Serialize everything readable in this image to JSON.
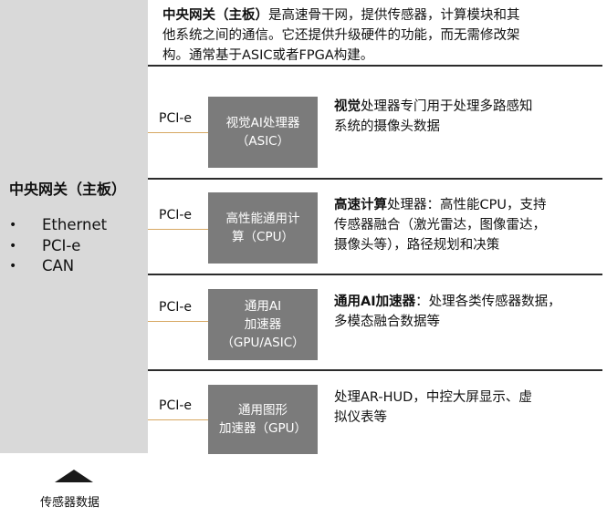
{
  "gateway": {
    "title": "中央网关（主板）",
    "bullets": [
      "Ethernet",
      "PCI-e",
      "CAN"
    ],
    "bullet_symbol": "•"
  },
  "top_desc": {
    "bold": "中央网关（主板）",
    "line1_rest": "是高速骨干网，提供传感器，计算模块和其",
    "line2": "他系统之间的通信。它还提供升级硬件的功能，而无需修改架",
    "line3": "构。通常基于ASIC或者FPGA构建。"
  },
  "modules": [
    {
      "connector": "PCI-e",
      "box_lines": [
        "视觉AI处理器",
        "（ASIC）"
      ],
      "desc_bold": "视觉",
      "desc_lines": [
        "处理器专门用于处理多路感知",
        "系统的摄像头数据"
      ]
    },
    {
      "connector": "PCI-e",
      "box_lines": [
        "高性能通用计",
        "算（CPU）"
      ],
      "desc_bold": "高速计算",
      "desc_lines": [
        "处理器：高性能CPU，支持",
        "传感器融合（激光雷达，图像雷达，",
        "摄像头等），路径规划和决策"
      ]
    },
    {
      "connector": "PCI-e",
      "box_lines": [
        "通用AI",
        "加速器",
        "（GPU/ASIC）"
      ],
      "desc_bold": "通用AI加速器",
      "desc_lines": [
        "：处理各类传感器数据，",
        "多模态融合数据等"
      ]
    },
    {
      "connector": "PCI-e",
      "box_lines": [
        "通用图形",
        "加速器（GPU）"
      ],
      "desc_bold": "",
      "desc_lines": [
        "处理AR-HUD，中控大屏显示、虚",
        "拟仪表等"
      ]
    }
  ],
  "sensor_label": "传感器数据"
}
